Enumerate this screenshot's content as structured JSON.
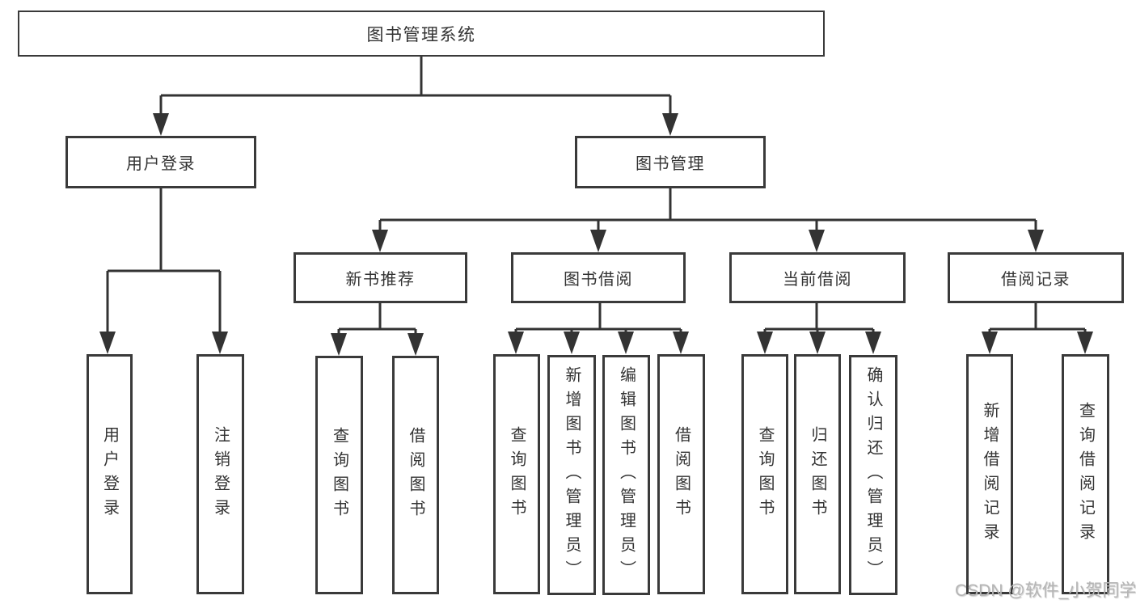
{
  "tree": {
    "root": {
      "label": "图书管理系统"
    },
    "branches": [
      {
        "label": "用户登录",
        "children": [
          {
            "label": "用户登录"
          },
          {
            "label": "注销登录"
          }
        ]
      },
      {
        "label": "图书管理",
        "groups": [
          {
            "label": "新书推荐",
            "children": [
              {
                "label": "查询图书"
              },
              {
                "label": "借阅图书"
              }
            ]
          },
          {
            "label": "图书借阅",
            "children": [
              {
                "label": "查询图书"
              },
              {
                "label": "新增图书（管理员）"
              },
              {
                "label": "编辑图书（管理员）"
              },
              {
                "label": "借阅图书"
              }
            ]
          },
          {
            "label": "当前借阅",
            "children": [
              {
                "label": "查询图书"
              },
              {
                "label": "归还图书"
              },
              {
                "label": "确认归还（管理员）"
              }
            ]
          },
          {
            "label": "借阅记录",
            "children": [
              {
                "label": "新增借阅记录"
              },
              {
                "label": "查询借阅记录"
              }
            ]
          }
        ]
      }
    ]
  },
  "watermark": {
    "text": "CSDN @软件_小贺同学"
  },
  "colors": {
    "line": "#333333",
    "box_border": "#3a3a3a",
    "text": "#333333",
    "watermark_text": "#b5b5b5",
    "background": "#ffffff"
  }
}
